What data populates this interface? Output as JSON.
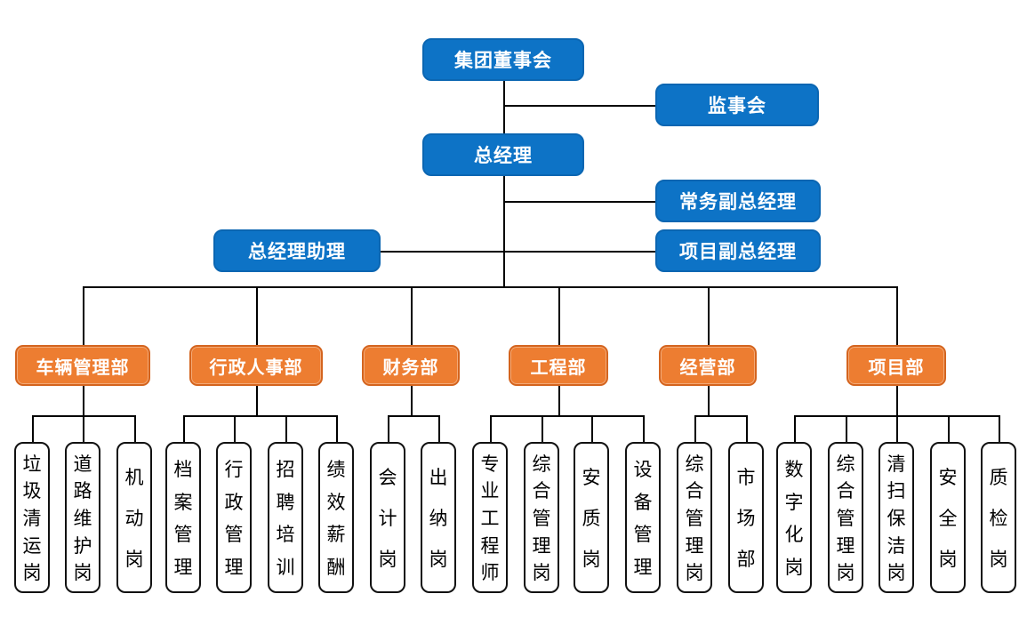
{
  "chart_type": "org-chart",
  "colors": {
    "executive_box_fill": "#0d73c6",
    "department_box_fill": "#ed7d31",
    "department_box_border": "#d4641e",
    "position_box_border": "#111111",
    "connector_line": "#000000"
  },
  "executives": {
    "board": "集团董事会",
    "supervisory_board": "监事会",
    "general_manager": "总经理",
    "executive_deputy_gm": "常务副总经理",
    "gm_assistant": "总经理助理",
    "project_deputy_gm": "项目副总经理"
  },
  "departments": [
    {
      "label": "车辆管理部",
      "positions": [
        "垃圾清运岗",
        "道路维护岗",
        "机动岗"
      ]
    },
    {
      "label": "行政人事部",
      "positions": [
        "档案管理",
        "行政管理",
        "招聘培训",
        "绩效薪酬"
      ]
    },
    {
      "label": "财务部",
      "positions": [
        "会计岗",
        "出纳岗"
      ]
    },
    {
      "label": "工程部",
      "positions": [
        "专业工程师",
        "综合管理岗",
        "安质岗",
        "设备管理"
      ]
    },
    {
      "label": "经营部",
      "positions": [
        "综合管理岗",
        "市场部"
      ]
    },
    {
      "label": "项目部",
      "positions": [
        "数字化岗",
        "综合管理岗",
        "清扫保洁岗",
        "安全岗",
        "质检岗"
      ]
    }
  ]
}
